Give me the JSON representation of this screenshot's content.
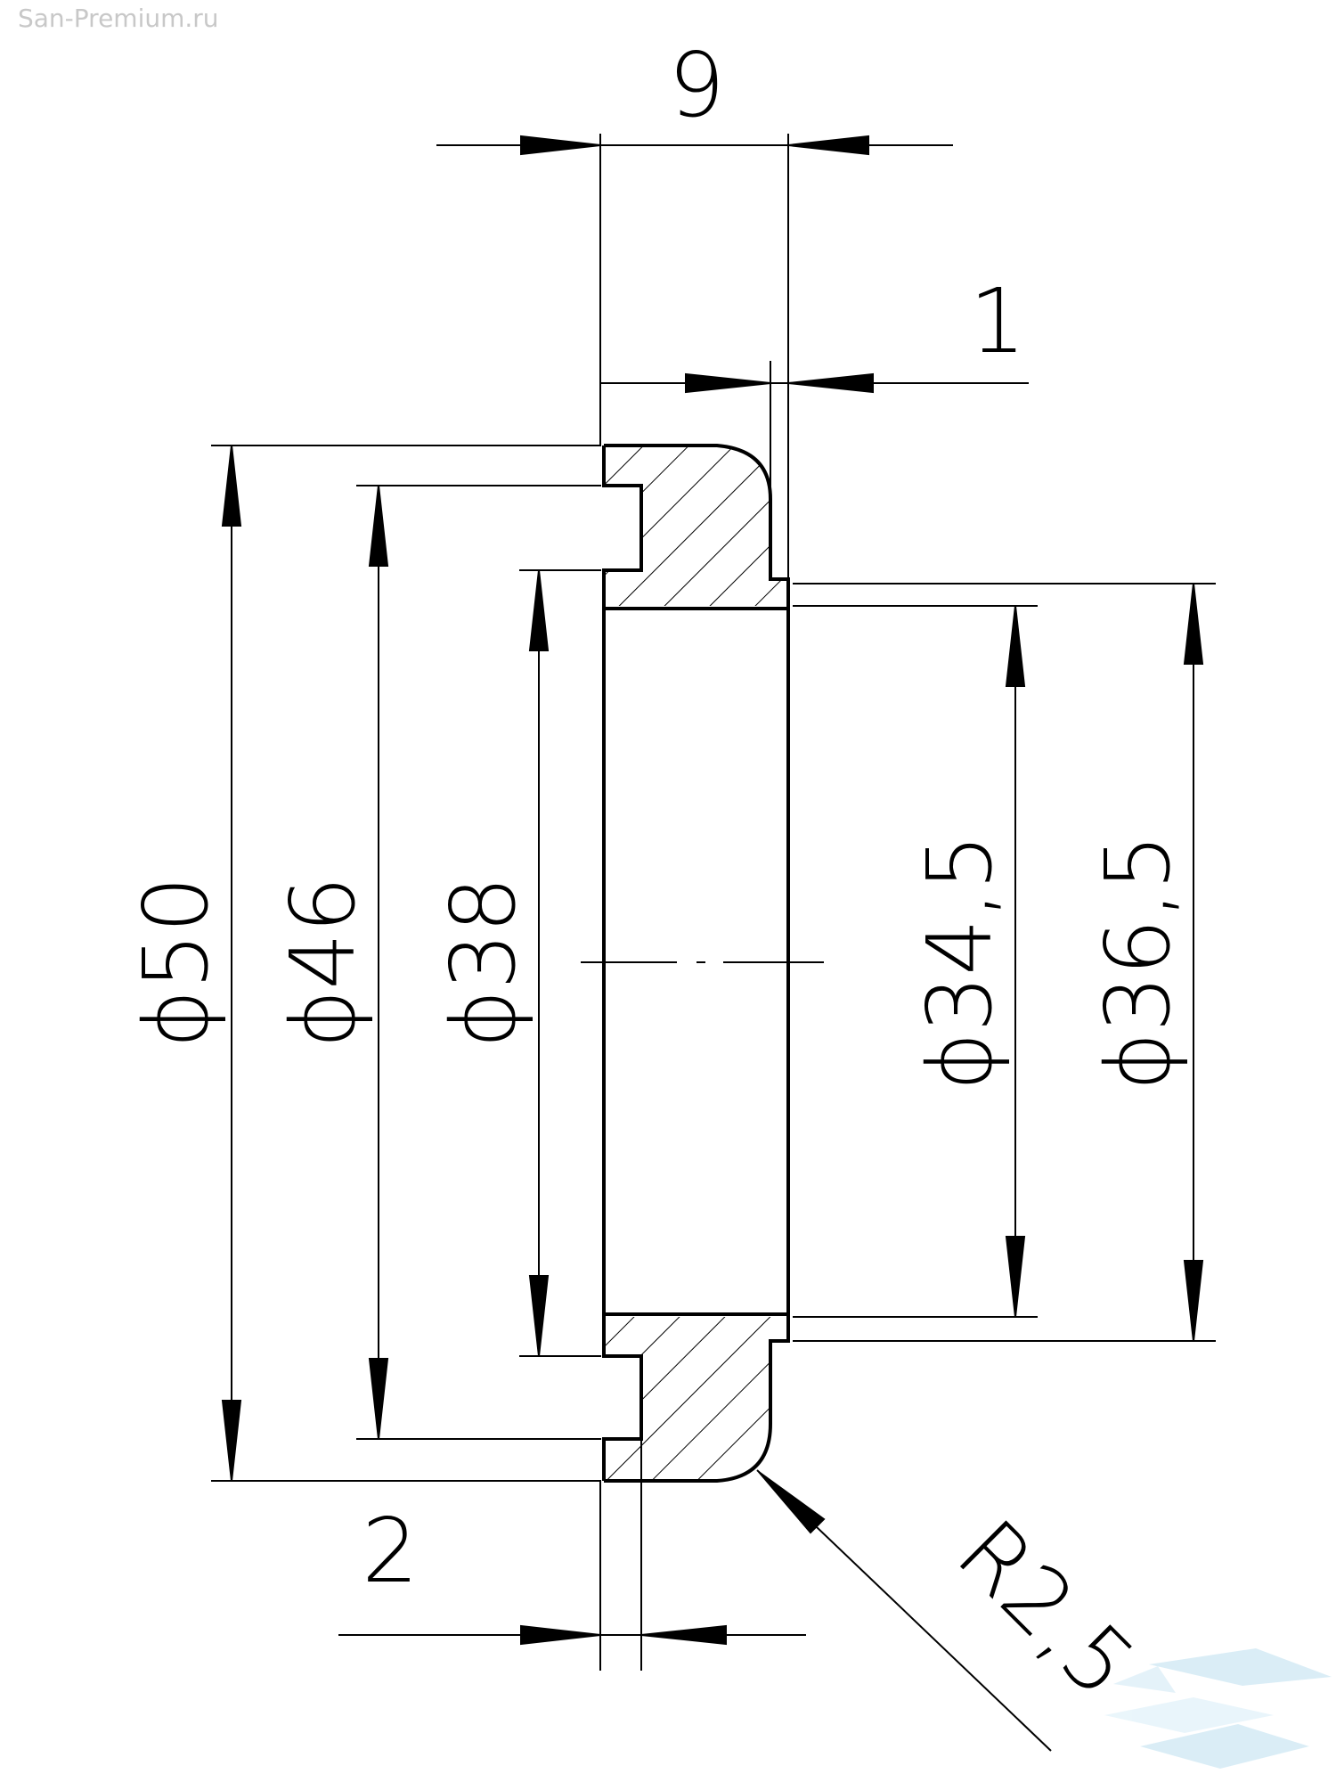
{
  "watermark": {
    "site": "San-Premium.ru",
    "logo_icon": "boat-sail-logo-icon",
    "logo_color": "#bde0f0"
  },
  "drawing": {
    "line_color": "#000000",
    "hatch_color": "#000000",
    "dimensions": {
      "width_total": "9",
      "step_width": "1",
      "inner_lip": "2",
      "d50": "ϕ50",
      "d46": "ϕ46",
      "d38": "ϕ38",
      "d34_5": "ϕ34,5",
      "d36_5": "ϕ36,5",
      "radius": "R2,5"
    }
  }
}
